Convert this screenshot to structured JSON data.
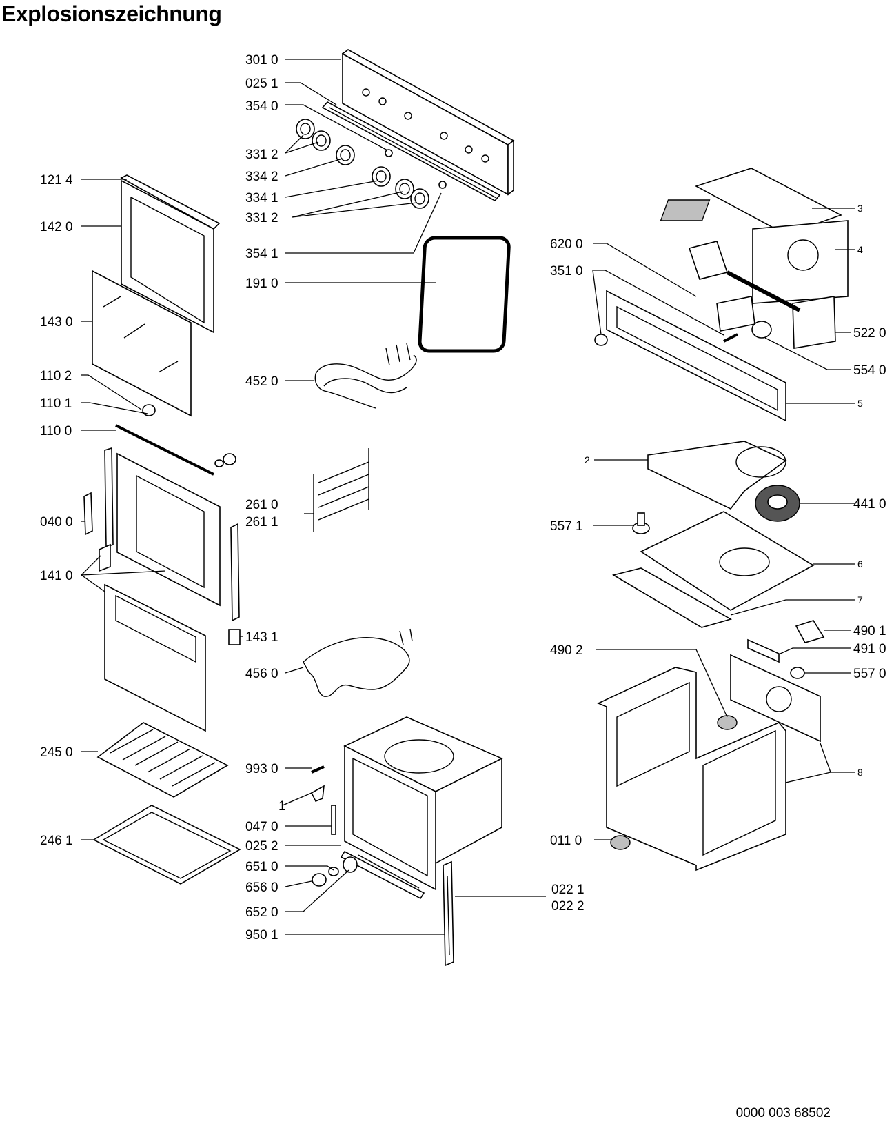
{
  "title": "Explosionszeichnung",
  "document_number": "0000 003 68502",
  "callouts": [
    {
      "id": "c3010",
      "label": "301 0"
    },
    {
      "id": "c0251",
      "label": "025 1"
    },
    {
      "id": "c3540",
      "label": "354 0"
    },
    {
      "id": "c3312a",
      "label": "331 2"
    },
    {
      "id": "c3342",
      "label": "334 2"
    },
    {
      "id": "c3341",
      "label": "334 1"
    },
    {
      "id": "c3312b",
      "label": "331 2"
    },
    {
      "id": "c3541",
      "label": "354 1"
    },
    {
      "id": "c1910",
      "label": "191 0"
    },
    {
      "id": "c4520",
      "label": "452 0"
    },
    {
      "id": "c2610",
      "label": "261 0"
    },
    {
      "id": "c2611",
      "label": "261 1"
    },
    {
      "id": "c1431",
      "label": "143 1"
    },
    {
      "id": "c4560",
      "label": "456 0"
    },
    {
      "id": "c9930",
      "label": "993 0"
    },
    {
      "id": "c1",
      "label": "1"
    },
    {
      "id": "c0470",
      "label": "047 0"
    },
    {
      "id": "c0252",
      "label": "025 2"
    },
    {
      "id": "c6510",
      "label": "651 0"
    },
    {
      "id": "c6560",
      "label": "656 0"
    },
    {
      "id": "c6520",
      "label": "652 0"
    },
    {
      "id": "c9501",
      "label": "950 1"
    },
    {
      "id": "c0221",
      "label": "022 1"
    },
    {
      "id": "c0222",
      "label": "022 2"
    },
    {
      "id": "c1214",
      "label": "121 4"
    },
    {
      "id": "c1420",
      "label": "142 0"
    },
    {
      "id": "c1430",
      "label": "143 0"
    },
    {
      "id": "c1102",
      "label": "110 2"
    },
    {
      "id": "c1101",
      "label": "110 1"
    },
    {
      "id": "c1100",
      "label": "110 0"
    },
    {
      "id": "c0400",
      "label": "040 0"
    },
    {
      "id": "c1410",
      "label": "141 0"
    },
    {
      "id": "c2450",
      "label": "245 0"
    },
    {
      "id": "c2461",
      "label": "246 1"
    },
    {
      "id": "c3",
      "label": "3"
    },
    {
      "id": "c4",
      "label": "4"
    },
    {
      "id": "c6200",
      "label": "620 0"
    },
    {
      "id": "c3510",
      "label": "351 0"
    },
    {
      "id": "c5220",
      "label": "522 0"
    },
    {
      "id": "c5540",
      "label": "554 0"
    },
    {
      "id": "c5",
      "label": "5"
    },
    {
      "id": "c2",
      "label": "2"
    },
    {
      "id": "c4410",
      "label": "441 0"
    },
    {
      "id": "c5571",
      "label": "557 1"
    },
    {
      "id": "c6",
      "label": "6"
    },
    {
      "id": "c7",
      "label": "7"
    },
    {
      "id": "c4901",
      "label": "490 1"
    },
    {
      "id": "c4902",
      "label": "490 2"
    },
    {
      "id": "c4910",
      "label": "491 0"
    },
    {
      "id": "c5570",
      "label": "557 0"
    },
    {
      "id": "c8",
      "label": "8"
    },
    {
      "id": "c0110",
      "label": "011 0"
    }
  ]
}
